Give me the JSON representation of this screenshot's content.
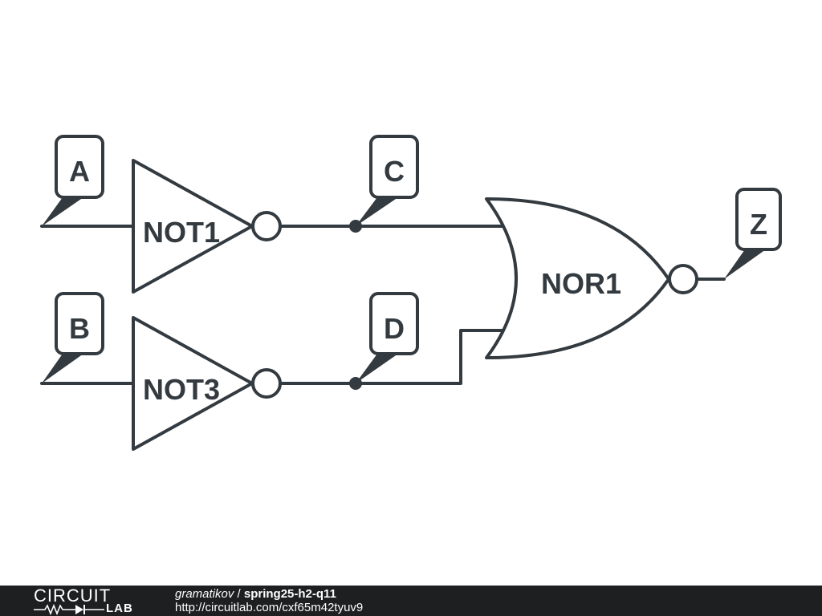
{
  "schematic": {
    "nets": {
      "a": "A",
      "b": "B",
      "c": "C",
      "d": "D",
      "z": "Z"
    },
    "gates": {
      "not1": "NOT1",
      "not3": "NOT3",
      "nor1": "NOR1"
    }
  },
  "footer": {
    "logo_top": "CIRCUIT",
    "logo_bottom": "LAB",
    "user": "gramatikov",
    "separator": " / ",
    "project": "spring25-h2-q11",
    "url": "http://circuitlab.com/cxf65m42tyuv9"
  },
  "colors": {
    "ink": "#333a40",
    "background": "#ffffff",
    "footer_bg": "#1e1f20"
  }
}
